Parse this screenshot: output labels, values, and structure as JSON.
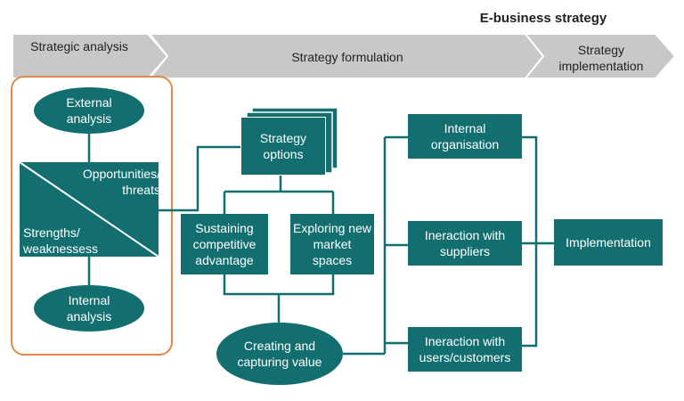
{
  "title": "E-business strategy",
  "phases": {
    "analysis": "Strategic analysis",
    "formulation": "Strategy formulation",
    "implementation": "Strategy implementation"
  },
  "analysis": {
    "external": "External analysis",
    "opportunities": "Opportunities/ threats",
    "strengths": "Strengths/ weaknessess",
    "internal": "Internal analysis"
  },
  "formulation": {
    "options": "Strategy options",
    "sustaining": "Sustaining competitive advantage",
    "exploring": "Exploring new market spaces",
    "value": "Creating and capturing value"
  },
  "implementation": {
    "internal_org": "Internal organisation",
    "suppliers": "Ineraction with suppliers",
    "customers": "Ineraction with users/customers",
    "final": "Implementation"
  },
  "colors": {
    "teal": "#136e70",
    "arrow_band": "#c8c8c8",
    "analysis_border": "#e08a4a"
  }
}
